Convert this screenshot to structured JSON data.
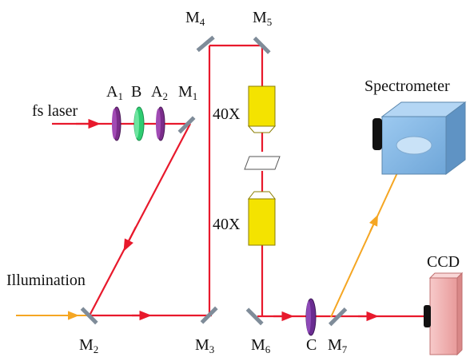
{
  "labels": {
    "fs_laser": "fs laser",
    "illumination": "Illumination",
    "spectrometer": "Spectrometer",
    "ccd": "CCD",
    "objective_top": "40X",
    "objective_bottom": "40X",
    "a1": {
      "main": "A",
      "sub": "1"
    },
    "b": "B",
    "a2": {
      "main": "A",
      "sub": "2"
    },
    "m1": {
      "main": "M",
      "sub": "1"
    },
    "m2": {
      "main": "M",
      "sub": "2"
    },
    "m3": {
      "main": "M",
      "sub": "3"
    },
    "m4": {
      "main": "M",
      "sub": "4"
    },
    "m5": {
      "main": "M",
      "sub": "5"
    },
    "m6": {
      "main": "M",
      "sub": "6"
    },
    "m7": {
      "main": "M",
      "sub": "7"
    },
    "c": "C"
  },
  "colors": {
    "laser_beam": "#e8192c",
    "illumination_beam": "#f5a623",
    "mirror": "#7f8c99",
    "attenuator": "#7b2d8b",
    "waveplate": "#2ecc71",
    "objective": "#f4e300",
    "spectrometer_body": "#8ebde8",
    "ccd_body": "#f2b8b8",
    "filter_c": "#6a2c91"
  }
}
